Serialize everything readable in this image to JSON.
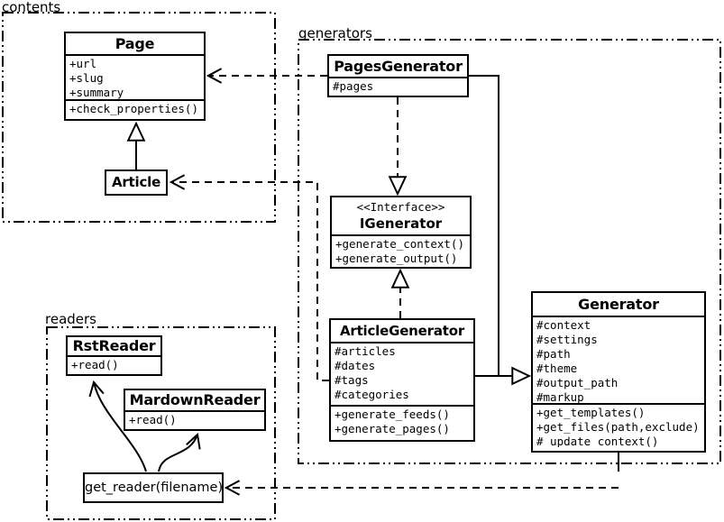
{
  "diagram": {
    "type": "uml-class-diagram"
  },
  "colors": {
    "line": "#000000",
    "background": "#ffffff",
    "box_fill": "#ffffff"
  },
  "packages": {
    "contents": {
      "label": "contents"
    },
    "generators": {
      "label": "generators"
    },
    "readers": {
      "label": "readers"
    }
  },
  "classes": {
    "page": {
      "name": "Page",
      "attributes": [
        "+url",
        "+slug",
        "+summary"
      ],
      "methods": [
        "+check_properties()"
      ]
    },
    "article": {
      "name": "Article"
    },
    "pages_generator": {
      "name": "PagesGenerator",
      "attributes": [
        "#pages"
      ]
    },
    "igenerator": {
      "stereotype": "<<Interface>>",
      "name": "IGenerator",
      "methods": [
        "+generate_context()",
        "+generate_output()"
      ]
    },
    "article_generator": {
      "name": "ArticleGenerator",
      "attributes": [
        "#articles",
        "#dates",
        "#tags",
        "#categories"
      ],
      "methods": [
        "+generate_feeds()",
        "+generate_pages()"
      ]
    },
    "generator": {
      "name": "Generator",
      "attributes": [
        "#context",
        "#settings",
        "#path",
        "#theme",
        "#output_path",
        "#markup"
      ],
      "methods": [
        "+get_templates()",
        "+get_files(path,exclude)",
        "#_update_context()"
      ]
    },
    "rst_reader": {
      "name": "RstReader",
      "methods": [
        "+read()"
      ]
    },
    "mardown_reader": {
      "name": "MardownReader",
      "methods": [
        "+read()"
      ]
    },
    "get_reader": {
      "name": "get_reader(filename)"
    }
  },
  "relationships": [
    {
      "from": "Article",
      "to": "Page",
      "type": "generalization"
    },
    {
      "from": "PagesGenerator",
      "to": "Page",
      "type": "dependency"
    },
    {
      "from": "PagesGenerator",
      "to": "IGenerator",
      "type": "realization"
    },
    {
      "from": "ArticleGenerator",
      "to": "IGenerator",
      "type": "realization"
    },
    {
      "from": "PagesGenerator",
      "to": "Generator",
      "type": "generalization"
    },
    {
      "from": "ArticleGenerator",
      "to": "Generator",
      "type": "generalization"
    },
    {
      "from": "ArticleGenerator",
      "to": "Article",
      "type": "dependency"
    },
    {
      "from": "Generator",
      "to": "get_reader(filename)",
      "type": "dependency"
    },
    {
      "from": "get_reader(filename)",
      "to": "RstReader",
      "type": "call-arrow"
    },
    {
      "from": "get_reader(filename)",
      "to": "MardownReader",
      "type": "call-arrow"
    }
  ]
}
